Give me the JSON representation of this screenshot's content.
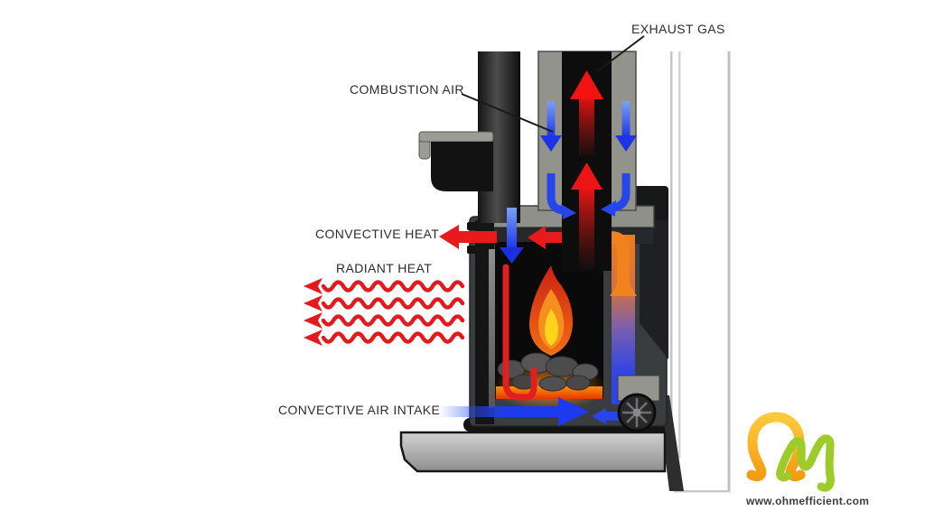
{
  "diagram": {
    "subject": "Fireplace insert heat and air flow cross-section",
    "labels": {
      "exhaust_gas": "EXHAUST GAS",
      "combustion_air": "COMBUSTION AIR",
      "convective_heat": "CONVECTIVE HEAT",
      "radiant_heat": "RADIANT HEAT",
      "convective_air_intake": "CONVECTIVE AIR INTAKE"
    },
    "flows": [
      {
        "name": "exhaust gas",
        "direction": "up",
        "color": "#f01414"
      },
      {
        "name": "combustion air",
        "direction": "down",
        "color": "#2646ec"
      },
      {
        "name": "convective heat",
        "direction": "left",
        "color": "#e81a1c"
      },
      {
        "name": "radiant heat",
        "direction": "left",
        "style": "wavy",
        "wave_rows": 4,
        "color": "#e21a1e"
      },
      {
        "name": "convective air intake",
        "direction": "right",
        "color": "#1d3aee"
      },
      {
        "name": "heated convective air",
        "direction": "up",
        "color": "#f0831e"
      }
    ],
    "colors": {
      "stove_body": "#3a3d40",
      "stove_deck": "#90908a",
      "firebox": "#0a0a0a",
      "flame_outer": "#d42316",
      "flame_mid": "#f78f1e",
      "flame_inner": "#ffd21c",
      "hearth": "#b5b5b5",
      "wall_line": "#c8c8c8"
    }
  },
  "branding": {
    "website": "www.ohmefficient.com",
    "logo_omega_color": "#F5A623",
    "logo_m_color": "#9CCB2A"
  }
}
